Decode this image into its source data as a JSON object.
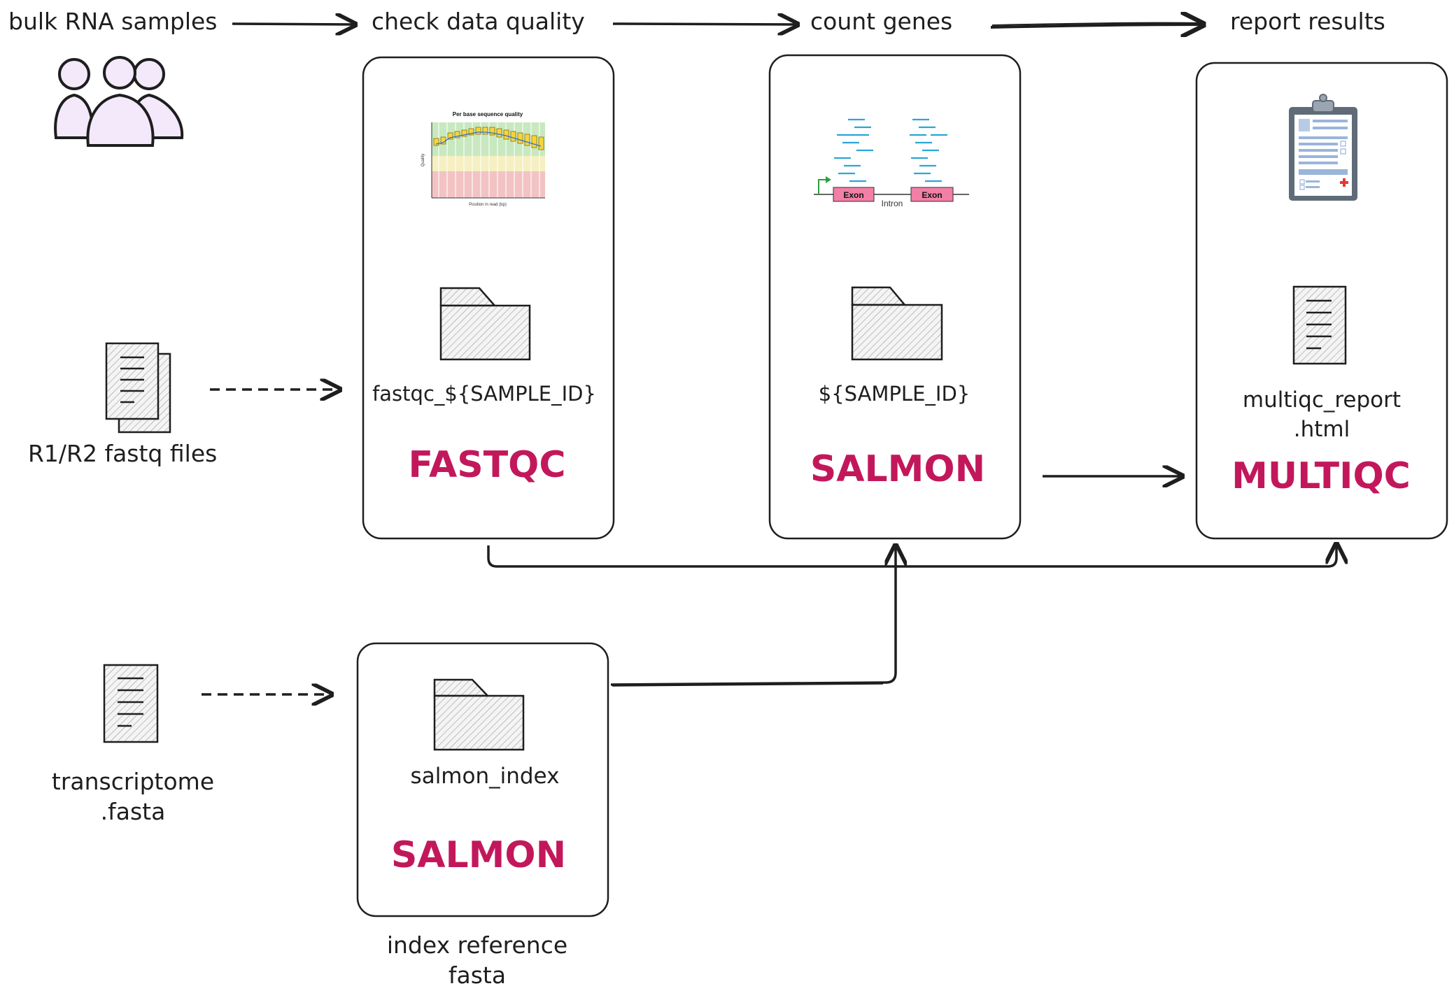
{
  "stages": {
    "input": "bulk RNA samples",
    "quality": "check data quality",
    "count": "count genes",
    "report": "report results"
  },
  "inputs": {
    "fastq": "R1/R2 fastq files",
    "transcriptome_line1": "transcriptome",
    "transcriptome_line2": ".fasta"
  },
  "processes": {
    "fastqc": {
      "output": "fastqc_${SAMPLE_ID}",
      "tool": "FASTQC"
    },
    "salmon_quant": {
      "output": "${SAMPLE_ID}",
      "tool": "SALMON"
    },
    "multiqc": {
      "output_line1": "multiqc_report",
      "output_line2": ".html",
      "tool": "MULTIQC"
    },
    "salmon_index": {
      "output": "salmon_index",
      "tool": "SALMON",
      "caption_line1": "index reference",
      "caption_line2": "fasta"
    }
  },
  "qc_plot": {
    "title": "Per base sequence quality",
    "ylabel": "Quality",
    "xlabel": "Position in read (bp)"
  },
  "gene_model": {
    "exon1": "Exon",
    "exon2": "Exon",
    "intron": "Intron"
  },
  "colors": {
    "tool": "#c2185b",
    "ink": "#1e1e1e",
    "people_fill": "#f3e9fb",
    "exon": "#f27fa6",
    "reads": "#2aa6d6"
  }
}
